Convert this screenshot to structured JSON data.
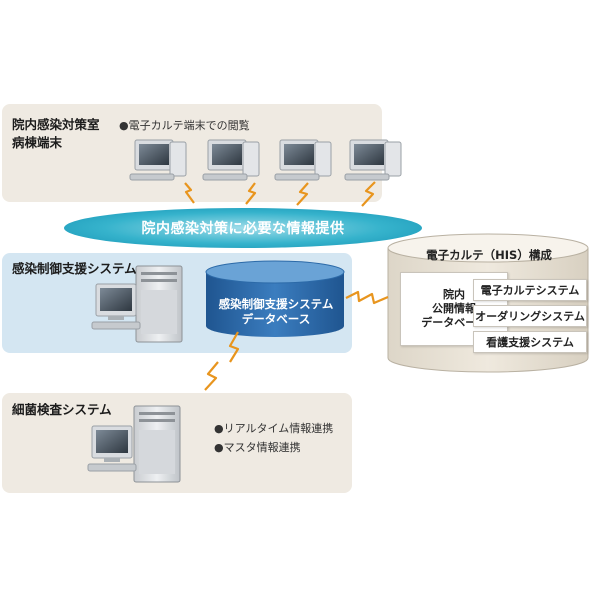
{
  "top_panel": {
    "title_line1": "院内感染対策室",
    "title_line2": "病棟端末",
    "bullet": "●電子カルテ端末での閲覧"
  },
  "banner": {
    "text": "院内感染対策に必要な情報提供"
  },
  "middle_panel": {
    "title": "感染制御支援システム",
    "db_line1": "感染制御支援システム",
    "db_line2": "データベース"
  },
  "his": {
    "label": "電子カルテ（HIS）構成",
    "public_db_line1": "院内",
    "public_db_line2": "公開情報",
    "public_db_line3": "データベース",
    "systems": [
      "電子カルテシステム",
      "オーダリングシステム",
      "看護支援システム"
    ]
  },
  "bottom_panel": {
    "title": "細菌検査システム",
    "bullets": [
      "●リアルタイム情報連携",
      "●マスタ情報連携"
    ]
  },
  "colors": {
    "panel_beige": "#efeae2",
    "panel_blue": "#d4e6f2",
    "banner_teal": "#1aa3c2",
    "database_blue": "#2c6aa8",
    "lightning_orange": "#e8951e"
  },
  "icons": [
    "desktop-computer-icon",
    "tower-server-icon",
    "database-cylinder-icon",
    "lightning-link-icon"
  ]
}
